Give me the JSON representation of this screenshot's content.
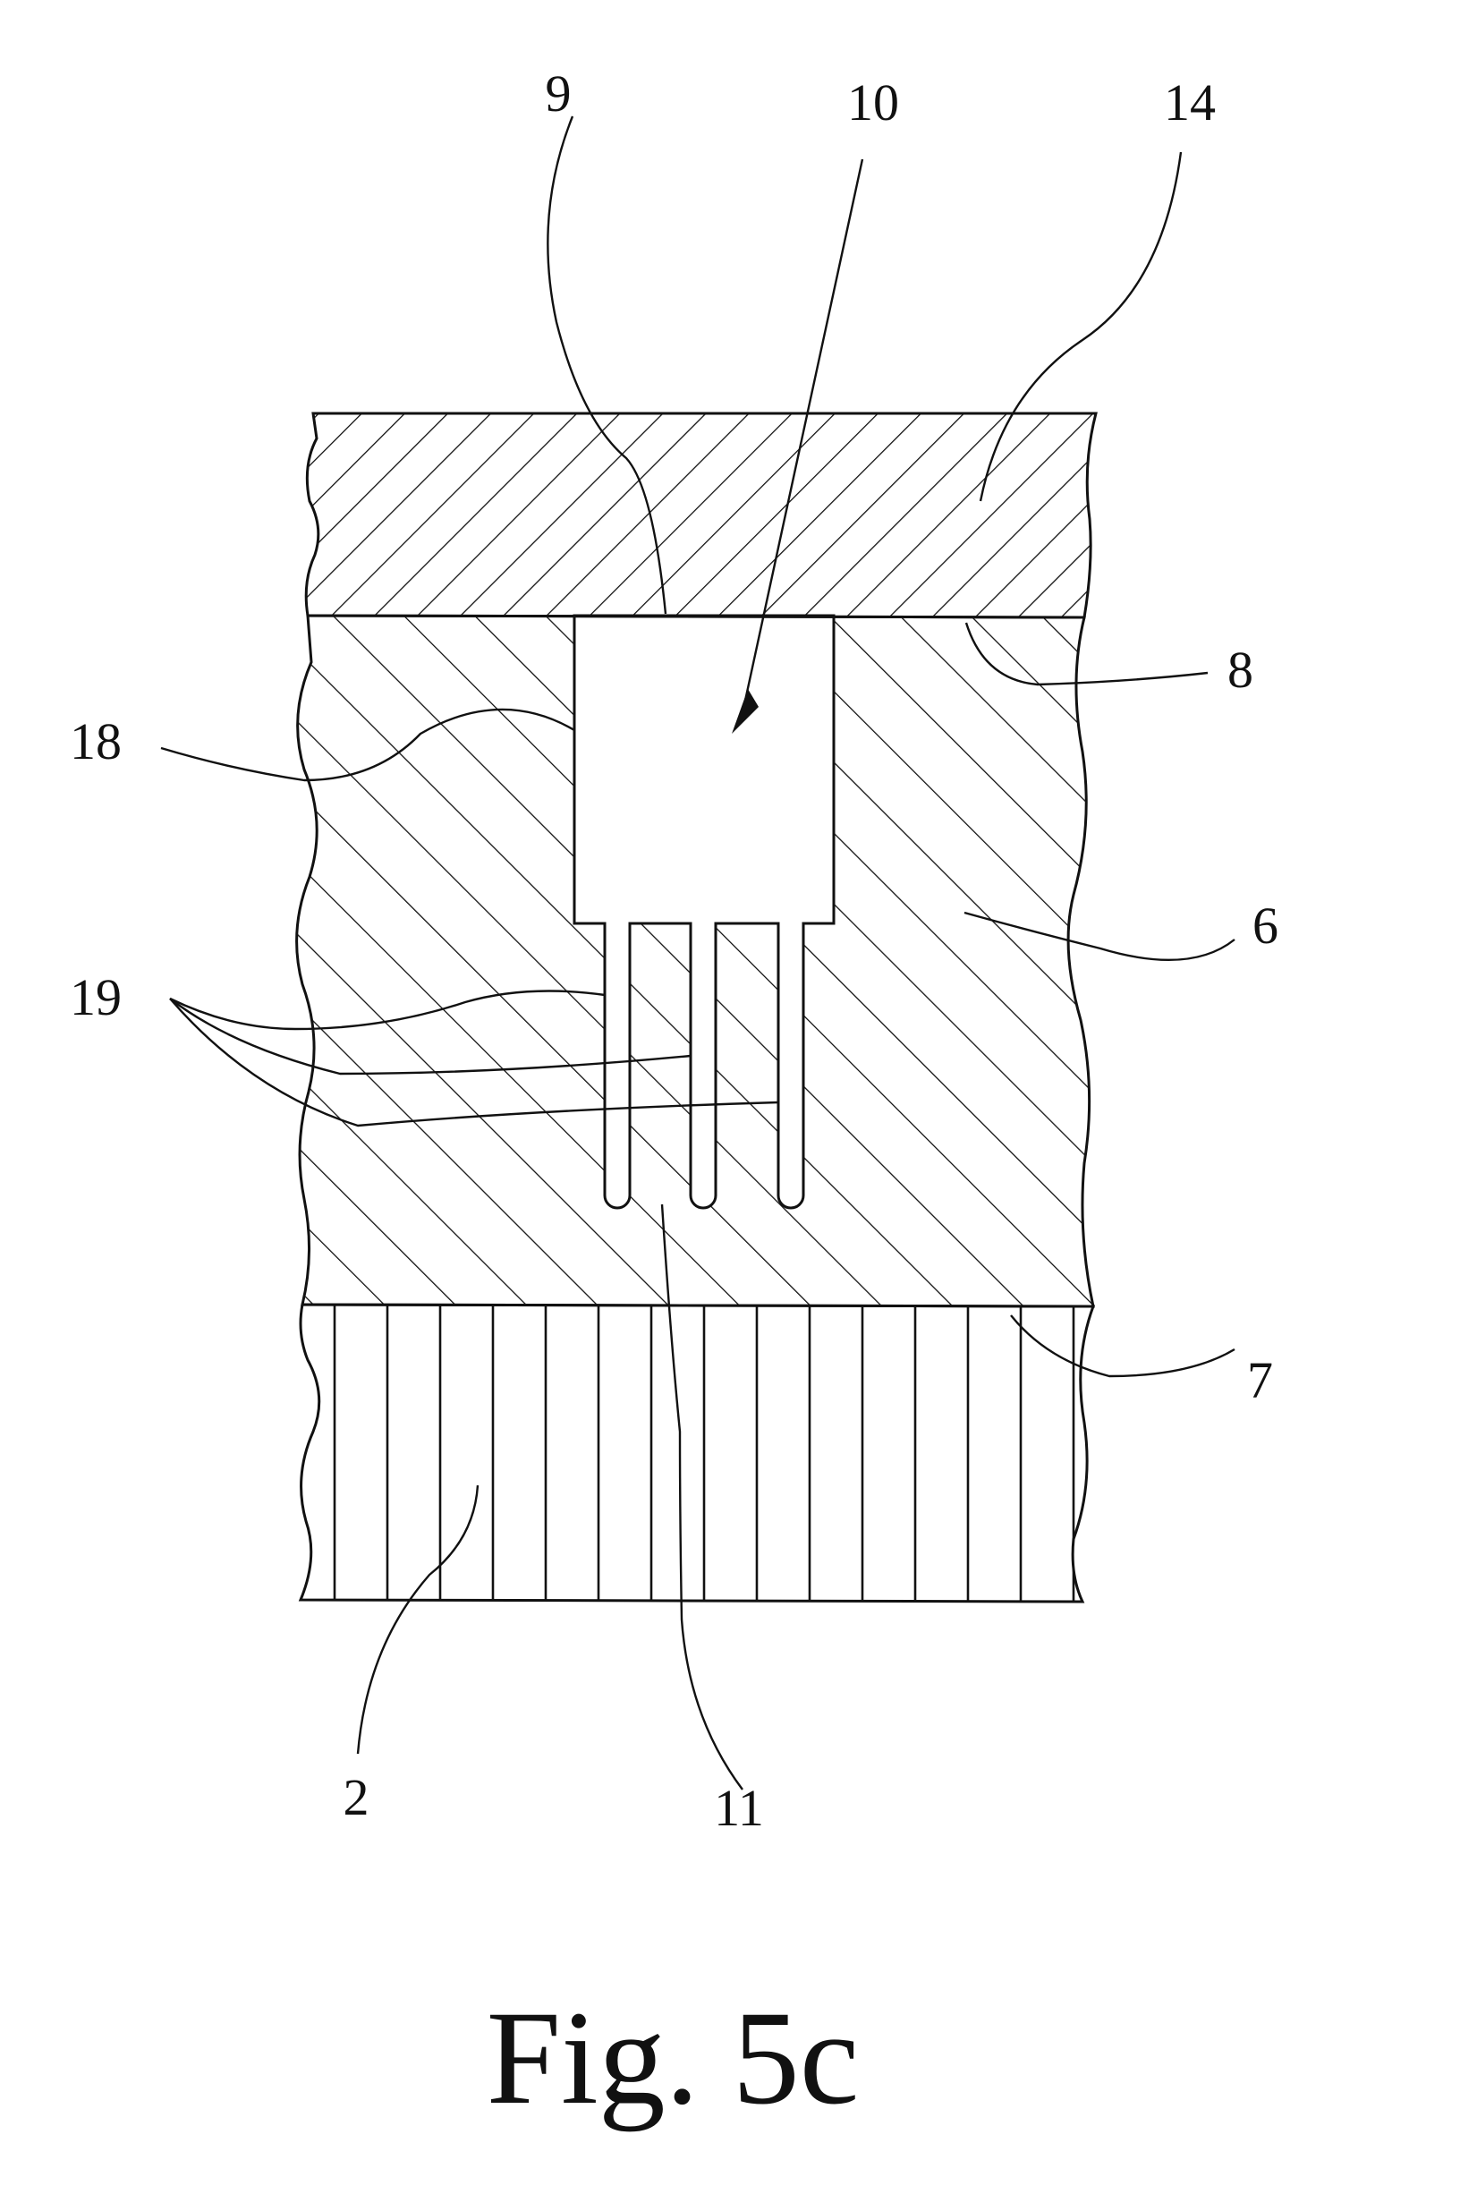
{
  "figure": {
    "caption": "Fig. 5c",
    "reference_numerals": {
      "n9": "9",
      "n10": "10",
      "n14": "14",
      "n8": "8",
      "n18": "18",
      "n6": "6",
      "n19": "19",
      "n7": "7",
      "n2": "2",
      "n11": "11"
    }
  }
}
